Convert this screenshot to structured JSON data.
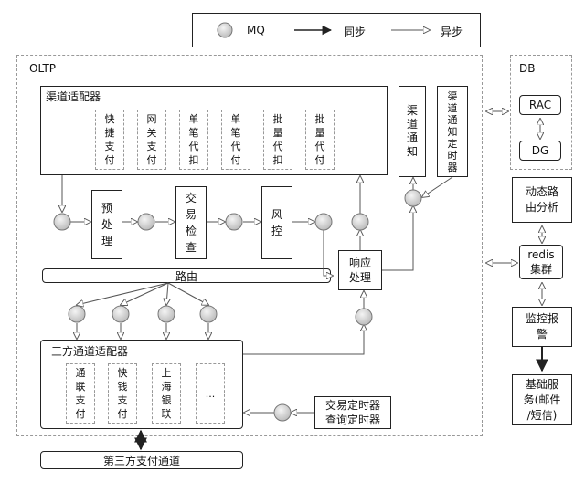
{
  "legend": {
    "mq": "MQ",
    "sync": "同步",
    "async": "异步"
  },
  "oltp": {
    "title": "OLTP",
    "channel_adapter": {
      "title": "渠道适配器",
      "items": [
        "快\n捷\n支\n付",
        "网\n关\n支\n付",
        "单\n笔\n代\n扣",
        "单\n笔\n代\n付",
        "批\n量\n代\n扣",
        "批\n量\n代\n付"
      ]
    },
    "channel_notify": "渠\n道\n通\n知",
    "channel_notify_timer": "渠\n道\n通\n知\n定\n时\n器",
    "preprocess": "预\n处\n理",
    "trade_check": "交\n易\n检\n查",
    "risk_control": "风\n控",
    "response": "响应\n处理",
    "routing": "路由",
    "third_party_adapter": {
      "title": "三方通道适配器",
      "items": [
        "通\n联\n支\n付",
        "快\n钱\n支\n付",
        "上\n海\n银\n联",
        "..."
      ]
    },
    "timers": "交易定时器\n查询定时器"
  },
  "third_party_channel": "第三方支付通道",
  "db": {
    "title": "DB",
    "rac": "RAC",
    "dg": "DG"
  },
  "side": {
    "dynamic_routing": "动态路\n由分析",
    "redis": "redis\n集群",
    "monitor": "监控报\n警",
    "base_service": "基础服\n务(邮件\n/短信)"
  }
}
